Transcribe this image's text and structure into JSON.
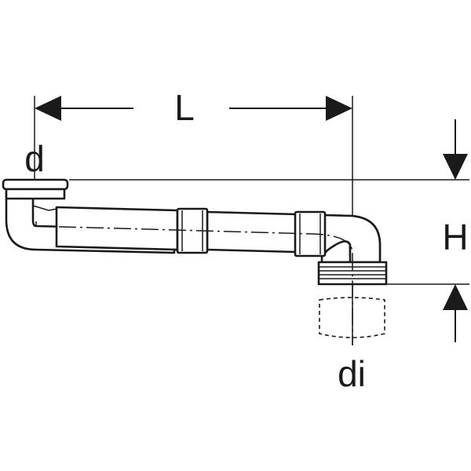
{
  "diagram": {
    "labels": {
      "length": "L",
      "height": "H",
      "outer_diameter": "d",
      "inner_diameter": "di"
    },
    "colors": {
      "line": "#1a1a1a",
      "background": "#ffffff"
    }
  }
}
